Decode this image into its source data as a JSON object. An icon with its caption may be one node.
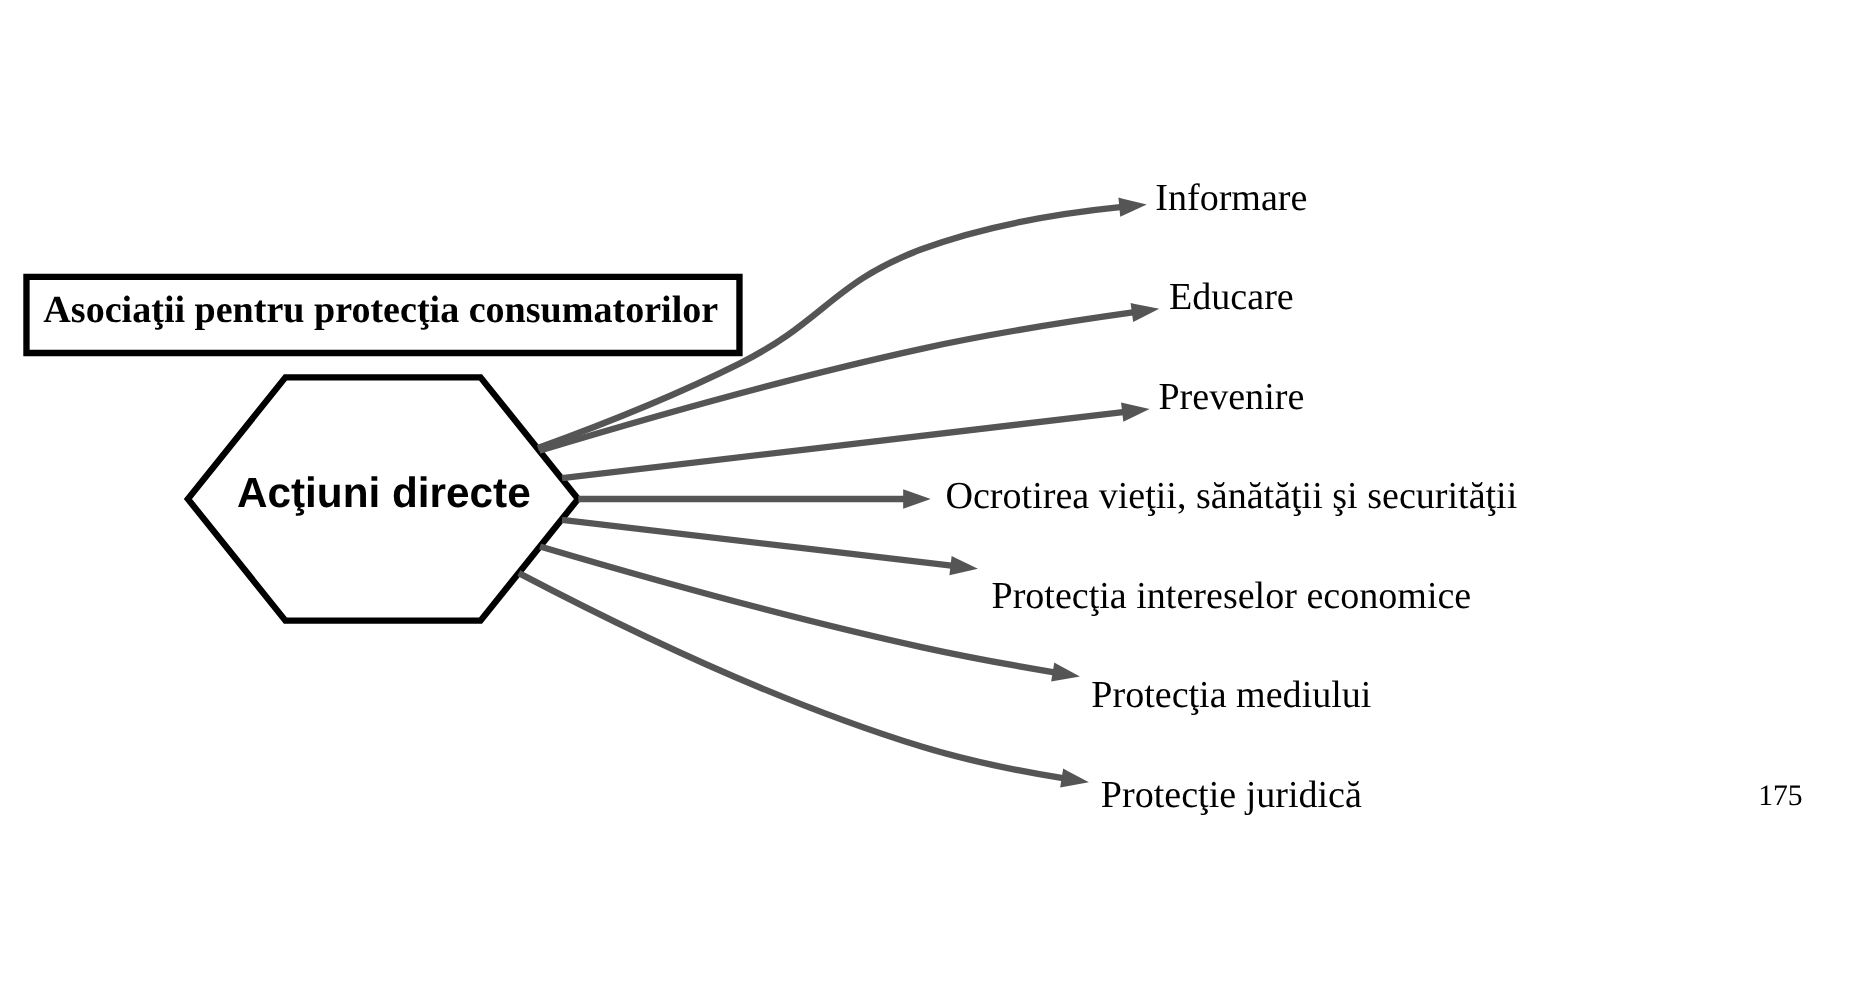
{
  "diagram": {
    "nodes": [
      {
        "text": [
          "Asociaţii pentru protecţia consumatorilor"
        ]
      },
      {
        "text": [
          "Acţiuni directe"
        ]
      },
      {
        "text": [
          "Informare"
        ]
      },
      {
        "text": [
          "Educare"
        ]
      },
      {
        "text": [
          "Prevenire"
        ]
      },
      {
        "text": [
          "Ocrotirea vieţii, sănătăţii şi securităţii"
        ]
      },
      {
        "text": [
          "Protecţia intereselor economice"
        ]
      },
      {
        "text": [
          "Protecţia mediului"
        ]
      },
      {
        "text": [
          "Protecţie juridică"
        ]
      }
    ],
    "edges": [
      {
        "from": 1,
        "to": 2,
        "arrow": "to"
      },
      {
        "from": 1,
        "to": 3,
        "arrow": "to"
      },
      {
        "from": 1,
        "to": 4,
        "arrow": "to"
      },
      {
        "from": 1,
        "to": 5,
        "arrow": "to"
      },
      {
        "from": 1,
        "to": 6,
        "arrow": "to"
      },
      {
        "from": 1,
        "to": 7,
        "arrow": "to"
      },
      {
        "from": 1,
        "to": 8,
        "arrow": "to"
      }
    ],
    "labels": [
      "175"
    ]
  }
}
